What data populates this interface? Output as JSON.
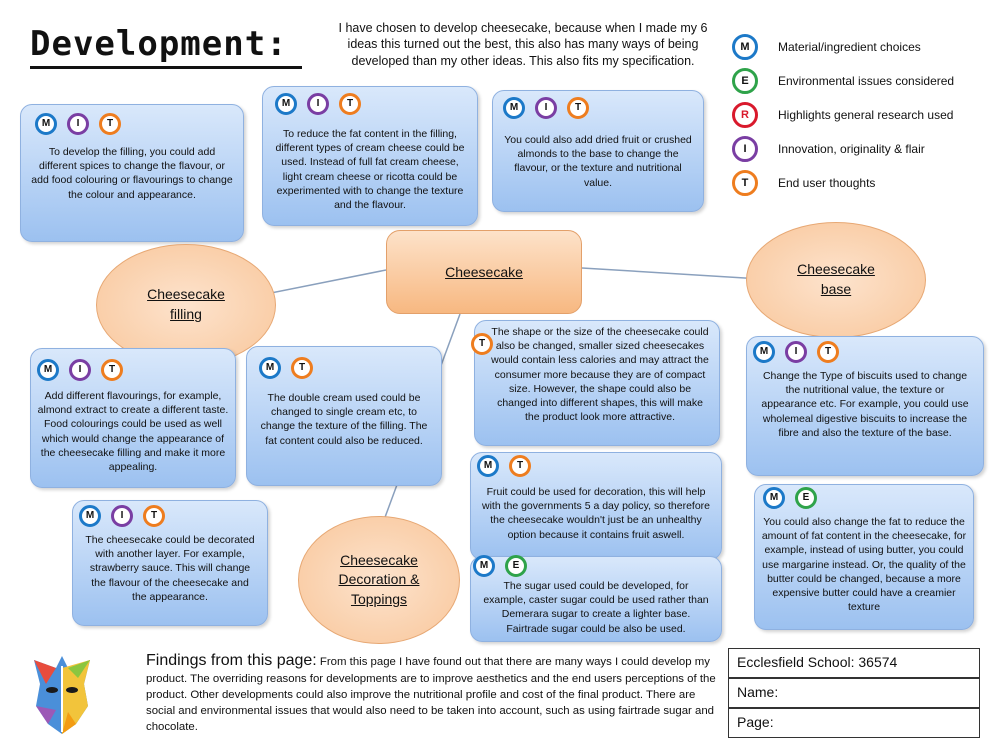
{
  "page": {
    "title": "Development:",
    "intro": "I have chosen to develop cheesecake, because when I made my 6 ideas this turned out the best, this also has many ways of being developed than my other ideas. This also fits my specification."
  },
  "key": {
    "items": [
      {
        "letter": "M",
        "label": "Material/ingredient choices"
      },
      {
        "letter": "E",
        "label": "Environmental issues considered"
      },
      {
        "letter": "R",
        "label": "Highlights general research used"
      },
      {
        "letter": "I",
        "label": "Innovation, originality & flair"
      },
      {
        "letter": "T",
        "label": "End user thoughts"
      }
    ]
  },
  "center": {
    "label": "Cheesecake"
  },
  "ellipses": {
    "filling": "Cheesecake filling",
    "base": "Cheesecake base",
    "decoration": "Cheesecake Decoration & Toppings"
  },
  "boxes": {
    "spices": {
      "text": "To develop the filling, you could add different spices to change the flavour, or add food colouring or flavourings to change the colour and appearance."
    },
    "fat": {
      "text": "To reduce the fat content in the filling, different types of cream cheese could be used. Instead of full fat cream cheese, light cream cheese or ricotta could be experimented with to change the texture and the flavour."
    },
    "fruit_nuts": {
      "text": "You could also add dried fruit or crushed almonds to the base to change the flavour, or the texture and nutritional value."
    },
    "flavourings": {
      "text": "Add different flavourings, for example, almond extract to create a different taste. Food colourings could be used as well which would change the appearance of the cheesecake filling and make it more appealing."
    },
    "double_cream": {
      "text": "The double cream used could be changed to single cream etc, to change the texture of the filling. The fat content could also be reduced."
    },
    "layer": {
      "text": "The cheesecake could be decorated with another layer. For example, strawberry sauce. This will change the flavour of the cheesecake and the appearance."
    },
    "shape": {
      "text": "The shape or the size of the cheesecake could also be changed, smaller sized cheesecakes would contain less calories and may attract the consumer more because they are of compact size. However, the shape could also be changed into different shapes, this will make the product look more attractive."
    },
    "fruit_decoration": {
      "text": "Fruit could be used for decoration, this will help with the governments 5 a day policy, so therefore the cheesecake wouldn't just be an unhealthy option because it contains fruit aswell."
    },
    "sugar": {
      "text": "The sugar used could be developed, for example, caster sugar could be used rather than Demerara sugar to create a lighter base. Fairtrade sugar could be also be used."
    },
    "biscuits": {
      "text": "Change the Type of biscuits used to change the nutritional value, the texture or appearance etc. For example, you could use wholemeal digestive biscuits to increase the fibre and also the texture of the base."
    },
    "butter": {
      "text": "You could also change the fat to reduce the amount of fat content in the cheesecake, for example, instead of using butter, you could use margarine instead. Or, the quality of the butter could be changed, because a more expensive butter could have a creamier texture"
    }
  },
  "badge_sets": {
    "MIT": [
      "M",
      "I",
      "T"
    ],
    "MT": [
      "M",
      "T"
    ],
    "ME": [
      "M",
      "E"
    ],
    "T": [
      "T"
    ]
  },
  "findings": {
    "heading": "Findings from this page:",
    "text": "From this page I have found out that there are many ways I could develop my product. The overriding reasons for developments are to improve aesthetics and the end users perceptions of the product. Other developments could also improve the nutritional profile and cost of the final product. There are social and environmental issues that would also need to be taken into account, such as using fairtrade sugar and chocolate."
  },
  "school": {
    "school": "Ecclesfield School: 36574",
    "name": "Name:",
    "page": "Page:"
  },
  "colors": {
    "M": "#1c79c8",
    "E": "#2fa34a",
    "R": "#d9192c",
    "I": "#7a3ea3",
    "T": "#ee7d1f"
  }
}
